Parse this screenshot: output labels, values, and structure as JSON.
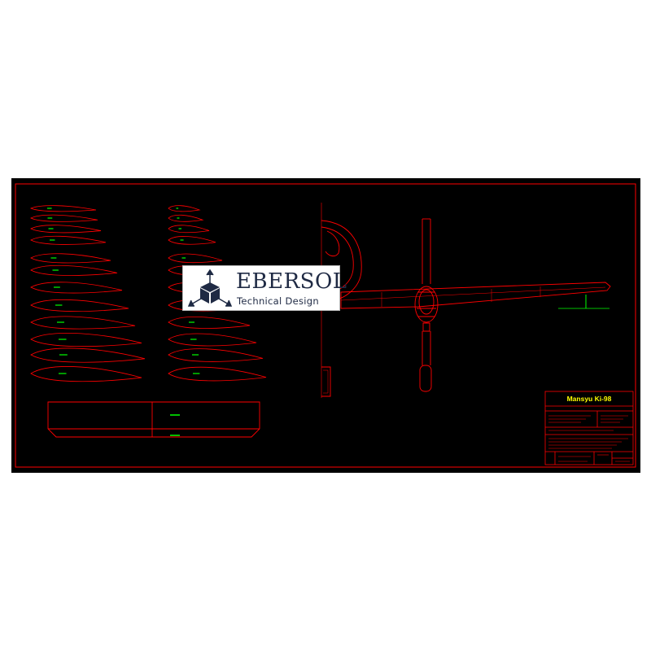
{
  "drawing": {
    "title": "Mansyu Ki-98",
    "line_color": "#ff0000",
    "dim_color": "#00ff00",
    "title_color": "#ffff00",
    "background": "#000000"
  },
  "logo": {
    "brand": "EBERSOL",
    "tagline": "Technical Design",
    "icon": "cube-with-axes-icon",
    "text_color": "#1f2a44"
  }
}
